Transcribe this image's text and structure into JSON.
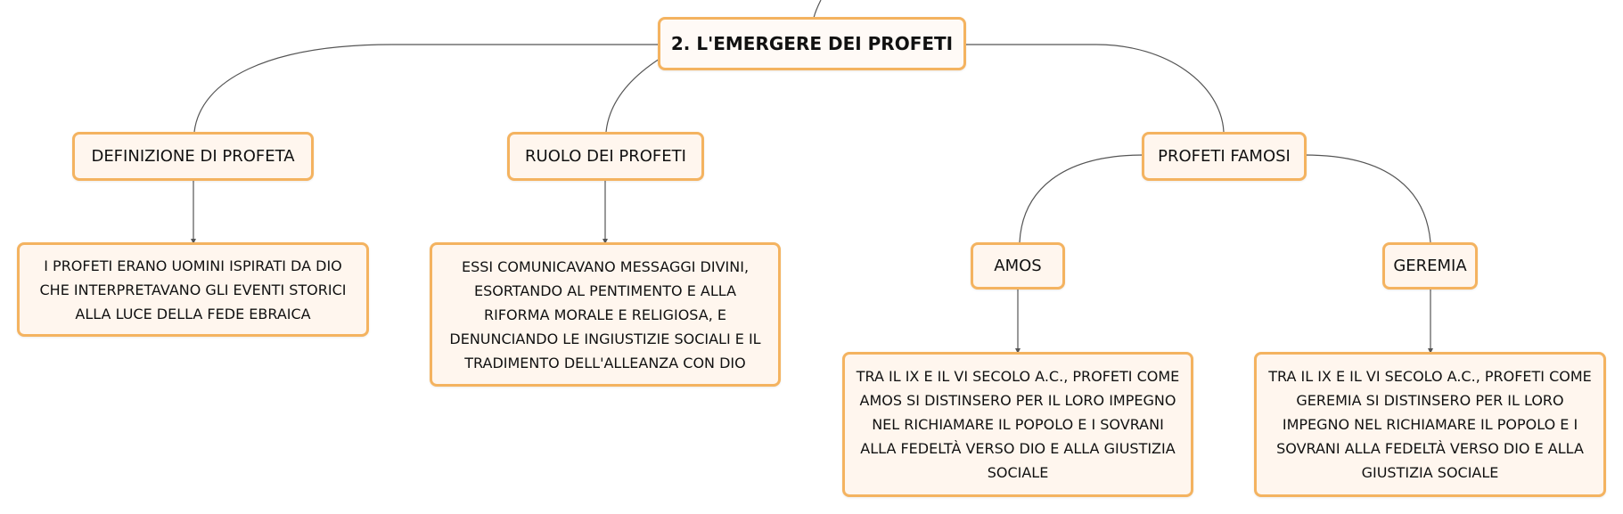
{
  "root": {
    "label": "2. L'EMERGERE DEI PROFETI"
  },
  "definizione": {
    "label": "DEFINIZIONE DI PROFETA",
    "detail": "I PROFETI ERANO UOMINI ISPIRATI DA DIO CHE INTERPRETAVANO GLI EVENTI STORICI ALLA LUCE DELLA FEDE EBRAICA"
  },
  "ruolo": {
    "label": "RUOLO DEI PROFETI",
    "detail": "ESSI COMUNICAVANO MESSAGGI DIVINI, ESORTANDO AL PENTIMENTO E ALLA RIFORMA MORALE E RELIGIOSA, E DENUNCIANDO LE INGIUSTIZIE SOCIALI E IL TRADIMENTO DELL'ALLEANZA CON DIO"
  },
  "famosi": {
    "label": "PROFETI FAMOSI",
    "amos": {
      "label": "AMOS",
      "detail": "TRA IL IX E IL VI SECOLO A.C., PROFETI COME AMOS SI DISTINSERO PER IL LORO IMPEGNO NEL RICHIAMARE IL POPOLO E I SOVRANI ALLA FEDELTÀ VERSO DIO E ALLA GIUSTIZIA SOCIALE"
    },
    "geremia": {
      "label": "GEREMIA",
      "detail": "TRA IL IX E IL VI SECOLO A.C., PROFETI COME GEREMIA SI DISTINSERO PER IL LORO IMPEGNO NEL RICHIAMARE IL POPOLO E I SOVRANI ALLA FEDELTÀ VERSO DIO E ALLA GIUSTIZIA SOCIALE"
    }
  },
  "colors": {
    "node_border": "#f4b360",
    "node_fill": "#fff6ee",
    "connector": "#555555"
  }
}
